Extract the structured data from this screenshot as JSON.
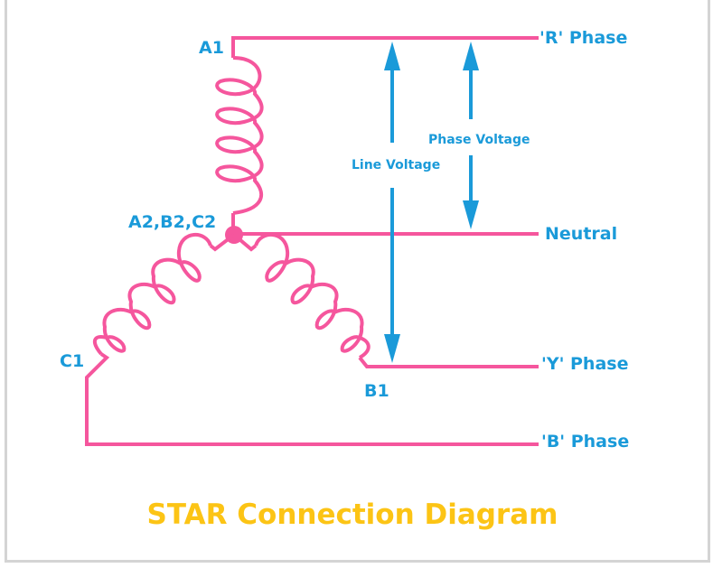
{
  "diagram": {
    "title": "STAR Connection Diagram",
    "terminals": {
      "a1": "A1",
      "star_point": "A2,B2,C2",
      "b1": "B1",
      "c1": "C1"
    },
    "lines": {
      "r_phase": "'R' Phase",
      "neutral": "Neutral",
      "y_phase": "'Y' Phase",
      "b_phase": "'B' Phase"
    },
    "voltages": {
      "line_voltage": "Line Voltage",
      "phase_voltage": "Phase Voltage"
    },
    "colors": {
      "wire": "#f5569d",
      "label": "#1a9ad9",
      "title": "#fcc415",
      "frame": "#d4d4d4"
    }
  }
}
